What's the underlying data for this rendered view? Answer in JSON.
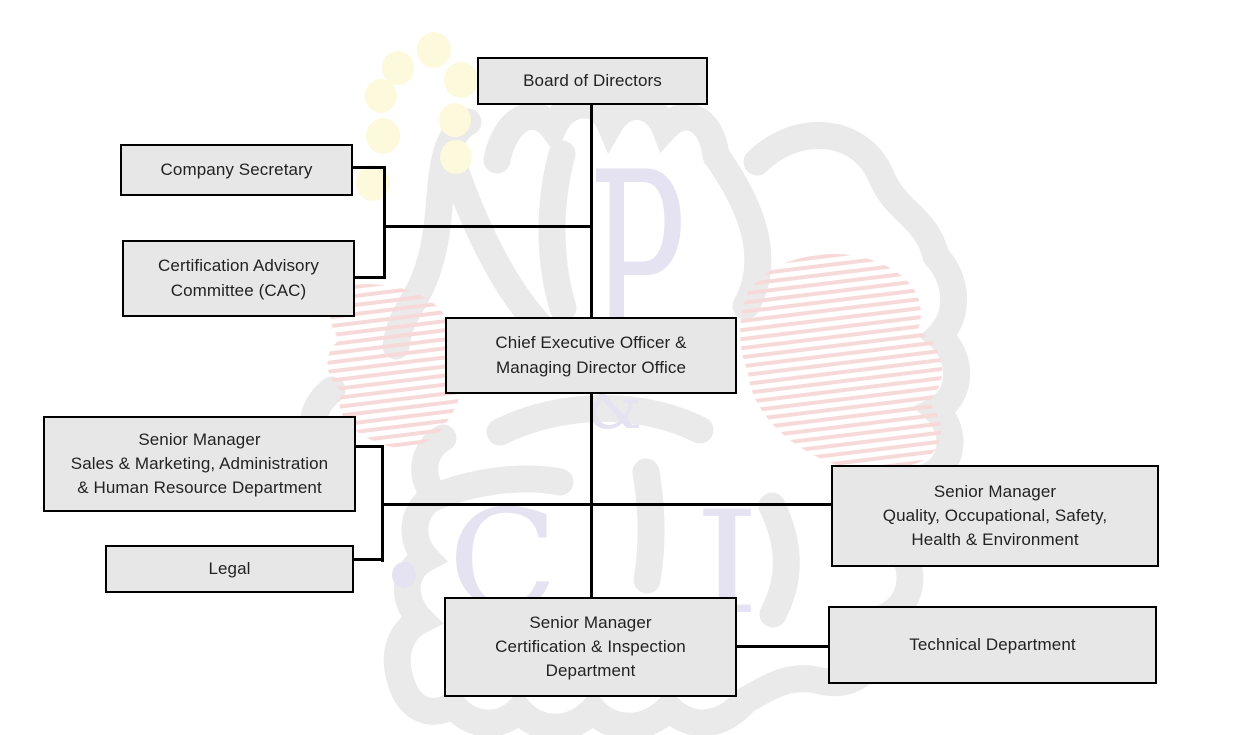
{
  "diagram": {
    "type": "org-chart",
    "nodes": {
      "board": {
        "label": "Board of Directors",
        "lines": [
          "Board of Directors"
        ]
      },
      "company_secretary": {
        "label": "Company Secretary",
        "lines": [
          "Company Secretary"
        ]
      },
      "cac": {
        "label": "Certification Advisory Committee (CAC)",
        "lines": [
          "Certification Advisory",
          "Committee (CAC)"
        ]
      },
      "ceo": {
        "label": "Chief Executive Officer & Managing Director Office",
        "lines": [
          "Chief Executive Officer &",
          "Managing Director Office"
        ]
      },
      "sm_sales": {
        "label": "Senior Manager Sales & Marketing, Administration & Human Resource Department",
        "lines": [
          "Senior Manager",
          "Sales & Marketing, Administration",
          "& Human Resource Department"
        ]
      },
      "legal": {
        "label": "Legal",
        "lines": [
          "Legal"
        ]
      },
      "sm_quality": {
        "label": "Senior Manager Quality, Occupational, Safety, Health & Environment",
        "lines": [
          "Senior Manager",
          "Quality, Occupational, Safety,",
          "Health & Environment"
        ]
      },
      "sm_cert": {
        "label": "Senior Manager Certification & Inspection Department",
        "lines": [
          "Senior Manager",
          "Certification & Inspection",
          "Department"
        ]
      },
      "technical": {
        "label": "Technical Department",
        "lines": [
          "Technical Department"
        ]
      }
    },
    "edges": [
      {
        "from": "board",
        "to": "ceo"
      },
      {
        "from": "board-ceo-line",
        "to": "company_secretary"
      },
      {
        "from": "board-ceo-line",
        "to": "cac"
      },
      {
        "from": "ceo",
        "to": "sm_cert"
      },
      {
        "from": "ceo-sm_cert-line",
        "to": "sm_sales"
      },
      {
        "from": "ceo-sm_cert-line",
        "to": "legal"
      },
      {
        "from": "ceo-sm_cert-line",
        "to": "sm_quality"
      },
      {
        "from": "sm_cert",
        "to": "technical"
      }
    ],
    "colors": {
      "node_fill": "#e7e7e7",
      "node_border": "#000000",
      "connector": "#000000"
    }
  },
  "watermark": {
    "letters": [
      "P",
      "&",
      "C",
      "I"
    ],
    "colors": {
      "letters": "#e5e2f1",
      "leaf": "#eaeaea",
      "grapes": "#fcf9dd",
      "stripes": "#f8d9d9"
    }
  }
}
